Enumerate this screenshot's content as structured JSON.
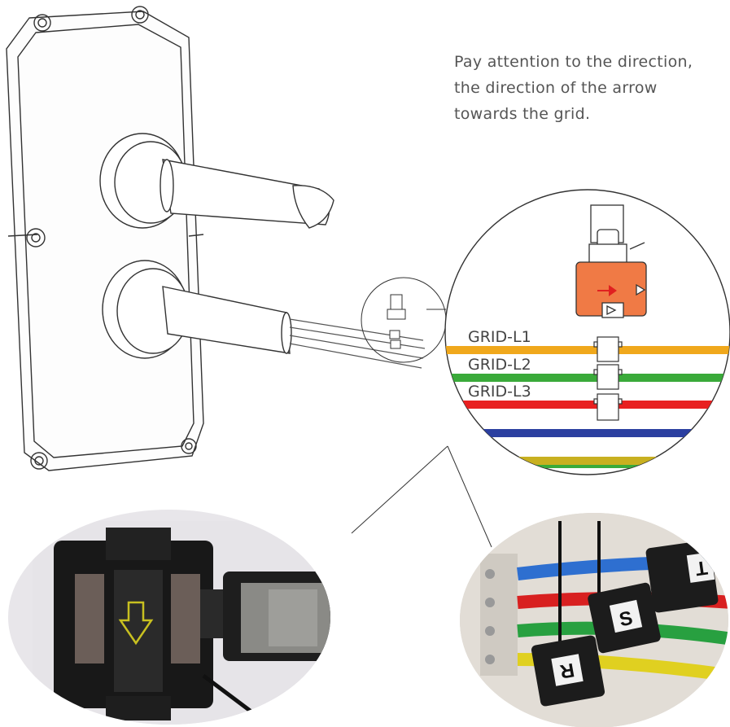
{
  "instruction": {
    "lines": [
      "Pay attention to the direction,",
      "the direction of the arrow",
      "towards the grid."
    ]
  },
  "grid_lines": [
    {
      "label": "GRID-L1",
      "color": "#f0a81c"
    },
    {
      "label": "GRID-L2",
      "color": "#3aaa3a"
    },
    {
      "label": "GRID-L3",
      "color": "#e82020"
    }
  ],
  "extra_wires": [
    {
      "color": "#2b3fa0"
    },
    {
      "color": "#c8b020"
    }
  ],
  "ct_sensor": {
    "body_color": "#f07a45",
    "arrow_color": "#e02020"
  },
  "photo_labels": {
    "s": "S",
    "r": "R",
    "t": "T"
  },
  "colors": {
    "line": "#333333",
    "photo_bg": "#e8e6ea"
  }
}
